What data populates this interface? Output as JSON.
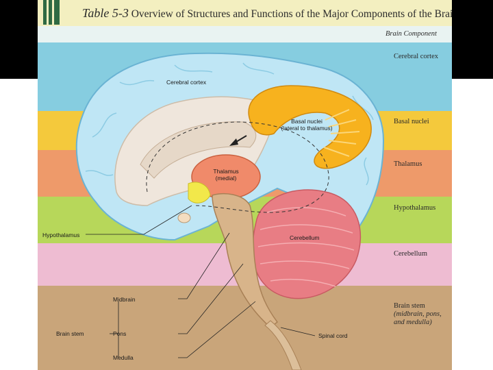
{
  "title": {
    "table_number": "Table 5-3",
    "text": "Overview of Structures and Functions of the Major Components of the Brain"
  },
  "column_header": "Brain Component",
  "bands": [
    {
      "label": "Cerebral cortex",
      "color": "#86cde0"
    },
    {
      "label": "Basal nuclei",
      "color": "#f4c93c"
    },
    {
      "label": "Thalamus",
      "color": "#ee9a6a"
    },
    {
      "label": "Hypothalamus",
      "color": "#b7d75a"
    },
    {
      "label": "Cerebellum",
      "color": "#eebcd2"
    },
    {
      "label": "Brain stem",
      "sub": "(midbrain, pons, and medulla)",
      "color": "#c9a57a"
    }
  ],
  "diagram_labels": {
    "cerebral_cortex": "Cerebral cortex",
    "basal_nuclei": "Basal nuclei",
    "basal_nuclei_note": "(lateral to thalamus)",
    "thalamus": "Thalamus",
    "thalamus_note": "(medial)",
    "hypothalamus": "Hypothalamus",
    "cerebellum": "Cerebellum",
    "midbrain": "Midbrain",
    "brain_stem": "Brain stem",
    "pons": "Pons",
    "medulla": "Medulla",
    "spinal_cord": "Spinal cord"
  },
  "colors": {
    "cortex": "#bfe6f5",
    "basal_nuclei": "#f7b21e",
    "thalamus": "#f08a6a",
    "hypothalamus": "#f2e84a",
    "cerebellum": "#e87d84",
    "brain_stem": "#d8b48a",
    "title_tab": "#2f6a43"
  }
}
